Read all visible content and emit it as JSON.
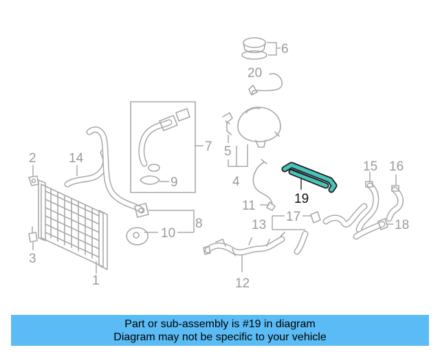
{
  "diagram": {
    "highlighted_part": "19",
    "callouts": [
      "1",
      "2",
      "3",
      "4",
      "5",
      "6",
      "7",
      "8",
      "9",
      "10",
      "11",
      "12",
      "13",
      "14",
      "15",
      "16",
      "17",
      "18",
      "19",
      "20"
    ]
  },
  "banner": {
    "line1": "Part or sub-assembly is #19 in diagram",
    "line2": "Diagram may not be specific to your vehicle"
  },
  "colors": {
    "banner_bg": "#5bbcf5",
    "part_stroke": "#a8a8a8",
    "highlight_fill": "#48c4bc"
  }
}
